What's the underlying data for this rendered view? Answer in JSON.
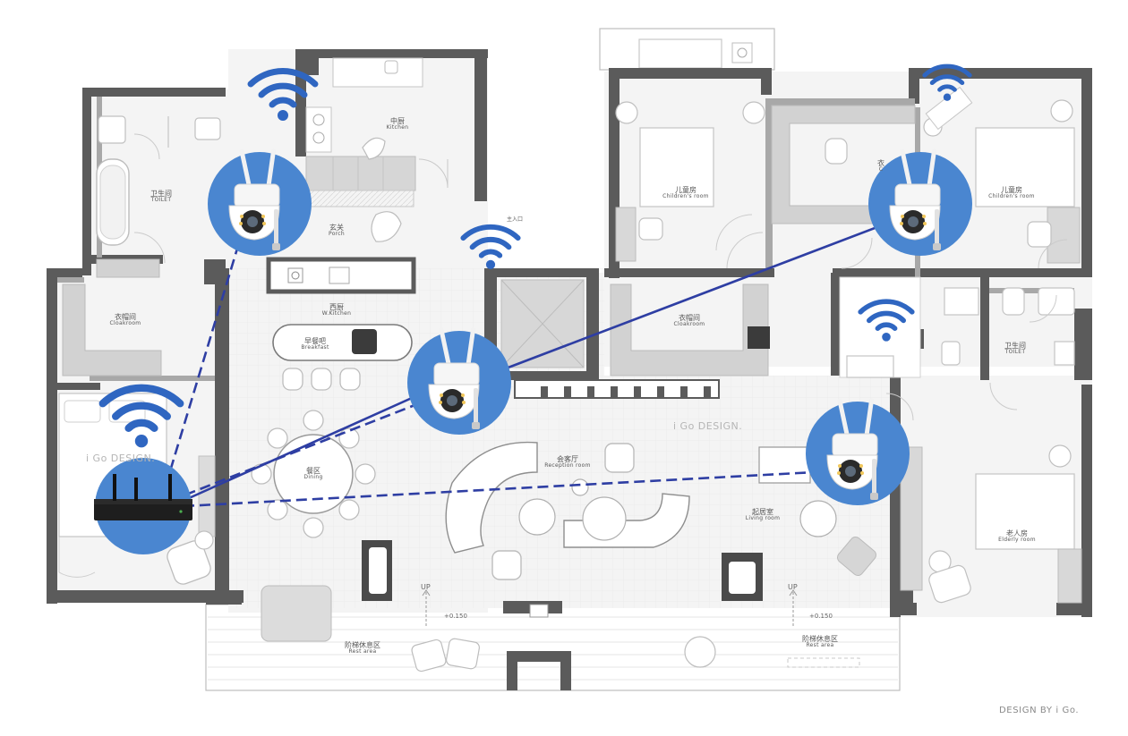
{
  "rooms": {
    "kitchen": {
      "zh": "中厨",
      "en": "Kitchen"
    },
    "toilet_left": {
      "zh": "卫生间",
      "en": "TOILET"
    },
    "porch": {
      "zh": "玄关",
      "en": "Porch"
    },
    "west_kitchen": {
      "zh": "西厨",
      "en": "W.Kitchen"
    },
    "cloakroom_left": {
      "zh": "衣帽间",
      "en": "Cloakroom"
    },
    "breakfast": {
      "zh": "早餐吧",
      "en": "Breakfast"
    },
    "dining": {
      "zh": "餐区",
      "en": "Dining"
    },
    "reception": {
      "zh": "会客厅",
      "en": "Reception room"
    },
    "living": {
      "zh": "起居室",
      "en": "Living room"
    },
    "children_1": {
      "zh": "儿童房",
      "en": "Children's room"
    },
    "children_2": {
      "zh": "儿童房",
      "en": "Children's room"
    },
    "cloakroom_mid": {
      "zh": "衣帽间",
      "en": "Cloakroom"
    },
    "cloakroom_right": {
      "zh": "衣",
      "en": "C"
    },
    "toilet_right": {
      "zh": "卫生间",
      "en": "TOILET"
    },
    "elderly": {
      "zh": "老人房",
      "en": "Elderly room"
    },
    "rest_left": {
      "zh": "阶梯休息区",
      "en": "Rest area"
    },
    "rest_right": {
      "zh": "阶梯休息区",
      "en": "Rest area"
    }
  },
  "marks": {
    "main_entrance": "主入口",
    "up_left": "UP",
    "up_right": "UP",
    "level_left": "+0.150",
    "level_right": "+0.150"
  },
  "watermarks": {
    "center": "i Go DESIGN.",
    "left": "i Go DESIGN."
  },
  "credit": "DESIGN BY i Go.",
  "colors": {
    "camera_circle": "#4a86d0",
    "wifi": "#2f66c1",
    "link_line": "#2e3ea3",
    "wall": "#5b5b5b",
    "floor": "#f4f4f4",
    "furniture": "#cfcfcf"
  },
  "devices": {
    "nvr": {
      "icon": "nvr-recorder-icon"
    },
    "cameras": [
      "ptz-camera-icon",
      "ptz-camera-icon",
      "ptz-camera-icon",
      "ptz-camera-icon"
    ]
  }
}
